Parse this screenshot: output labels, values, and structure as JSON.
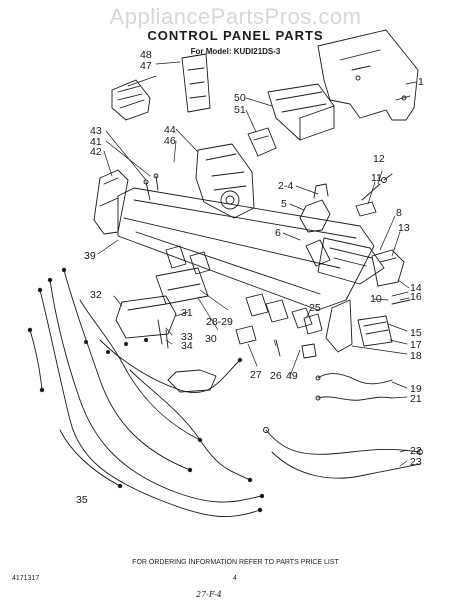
{
  "watermark": "AppliancePartsPros.com",
  "title": "CONTROL PANEL PARTS",
  "subtitle": "For Model: KUDI21DS-3",
  "labels": [
    "1",
    "2",
    "4",
    "5",
    "6",
    "8",
    "10",
    "11",
    "12",
    "13",
    "14",
    "15",
    "16",
    "17",
    "18",
    "19",
    "21",
    "22",
    "23",
    "25",
    "26",
    "27",
    "28",
    "29",
    "30",
    "31",
    "32",
    "33",
    "34",
    "35",
    "39",
    "41",
    "42",
    "43",
    "44",
    "46",
    "47",
    "48",
    "49",
    "50",
    "51"
  ],
  "label_strings": {
    "l1": "1",
    "l2_4": "2-4",
    "l5": "5",
    "l6": "6",
    "l8": "8",
    "l10": "10",
    "l11": "11",
    "l12": "12",
    "l13": "13",
    "l14": "14",
    "l15": "15",
    "l16": "16",
    "l17": "17",
    "l18": "18",
    "l19": "19",
    "l21": "21",
    "l22": "22",
    "l23": "23",
    "l25": "25",
    "l26": "26",
    "l27": "27",
    "l28_29": "28-29",
    "l30": "30",
    "l31": "31",
    "l32": "32",
    "l33": "33",
    "l34": "34",
    "l35": "35",
    "l39": "39",
    "l41": "41",
    "l42": "42",
    "l43": "43",
    "l44": "44",
    "l46": "46",
    "l47": "47",
    "l48": "48",
    "l49": "49",
    "l50": "50",
    "l51": "51"
  },
  "footer": {
    "note": "FOR ORDERING INFORMATION REFER TO PARTS PRICE LIST",
    "doc_number": "4171317",
    "page_number": "4",
    "handwritten": "27-F-4"
  },
  "colors": {
    "ink": "#1a1a1a",
    "watermark": "#d7d7d7",
    "background": "#ffffff"
  }
}
